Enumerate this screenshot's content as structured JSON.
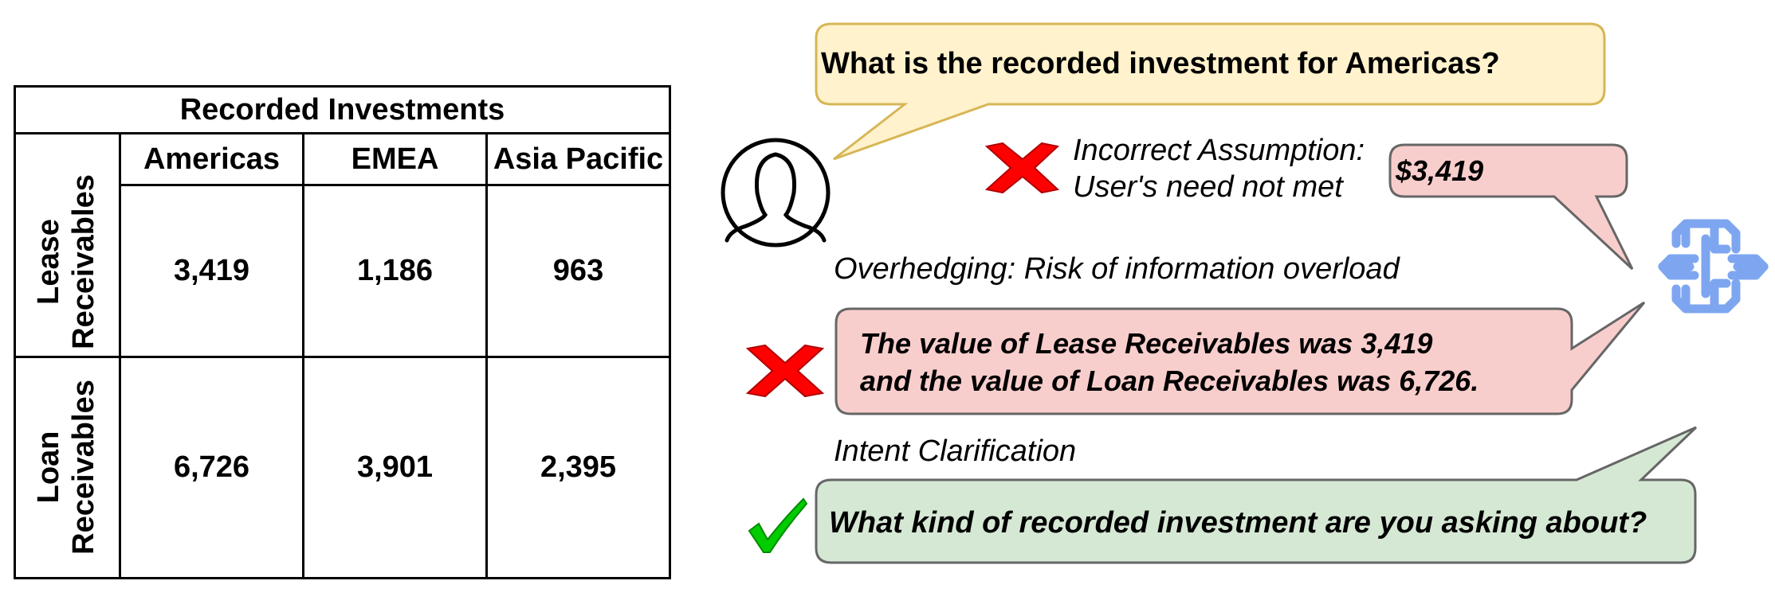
{
  "table": {
    "title": "Recorded Investments",
    "columns": [
      "Americas",
      "EMEA",
      "Asia Pacific"
    ],
    "rows": [
      {
        "label": "Lease\nReceivables",
        "values": [
          "3,419",
          "1,186",
          "963"
        ]
      },
      {
        "label": "Loan\nReceivables",
        "values": [
          "6,726",
          "3,901",
          "2,395"
        ]
      }
    ]
  },
  "dialogue": {
    "question": "What is the recorded investment for Americas?",
    "incorrect_assumption": {
      "note_line1": "Incorrect Assumption:",
      "note_line2": "User's need not met",
      "answer": "$3,419"
    },
    "overhedging": {
      "note": "Overhedging: Risk of information overload",
      "answer_line1": "The value of Lease Receivables was 3,419",
      "answer_line2": "and the value of Loan Receivables was 6,726."
    },
    "intent_clarification": {
      "note": "Intent Clarification",
      "answer": "What kind of recorded investment are you asking about?"
    }
  },
  "colors": {
    "question_bubble_fill": "#fff2cc",
    "question_bubble_stroke": "#d6b656",
    "wrong_bubble_fill": "#f8cecc",
    "wrong_bubble_stroke": "#666666",
    "right_bubble_fill": "#d5e8d4",
    "right_bubble_stroke": "#666666",
    "cross_red": "#ff0000",
    "check_green": "#00cc00",
    "ai_icon_blue": "#7ea6f0"
  },
  "icons": {
    "user": "user-avatar-icon",
    "ai": "ai-brain-icon",
    "wrong": "red-cross-icon",
    "right": "green-check-icon"
  }
}
